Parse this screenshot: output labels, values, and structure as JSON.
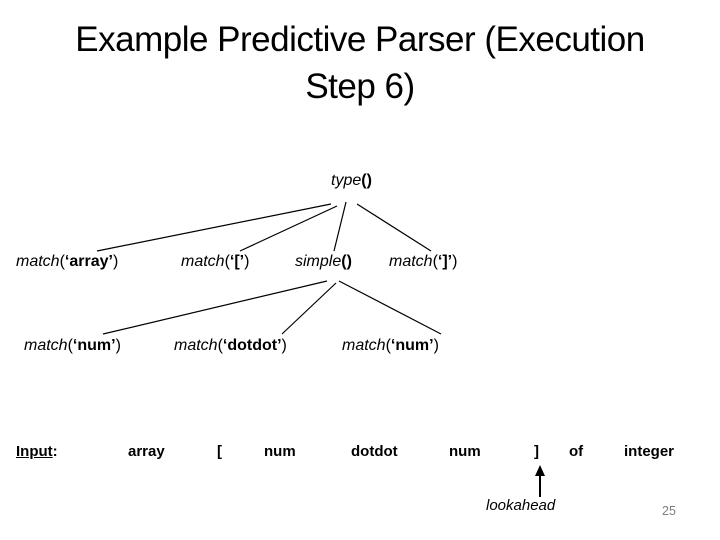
{
  "slide": {
    "title_line1": "Example Predictive Parser (Execution",
    "title_line2": "Step 6)",
    "page_number": "25"
  },
  "tree": {
    "root": {
      "fn": "type",
      "parens": "()"
    },
    "level2": [
      {
        "fn": "match",
        "open": "(",
        "arg": "‘array’",
        "close": ")"
      },
      {
        "fn": "match",
        "open": "(",
        "arg": "‘[’",
        "close": ")"
      },
      {
        "fn": "simple",
        "parens": "()"
      },
      {
        "fn": "match",
        "open": "(",
        "arg": "‘]’",
        "close": ")"
      }
    ],
    "level3": [
      {
        "fn": "match",
        "open": "(",
        "arg": "‘num’",
        "close": ")"
      },
      {
        "fn": "match",
        "open": "(",
        "arg": "‘dotdot’",
        "close": ")"
      },
      {
        "fn": "match",
        "open": "(",
        "arg": "‘num’",
        "close": ")"
      }
    ]
  },
  "input": {
    "label": "Input",
    "colon": ":",
    "tokens": [
      "array",
      "[",
      "num",
      "dotdot",
      "num",
      "]",
      "of",
      "integer"
    ],
    "lookahead_label": "lookahead"
  },
  "colors": {
    "background": "#ffffff",
    "text": "#000000",
    "page_number": "#7f7f7f"
  }
}
